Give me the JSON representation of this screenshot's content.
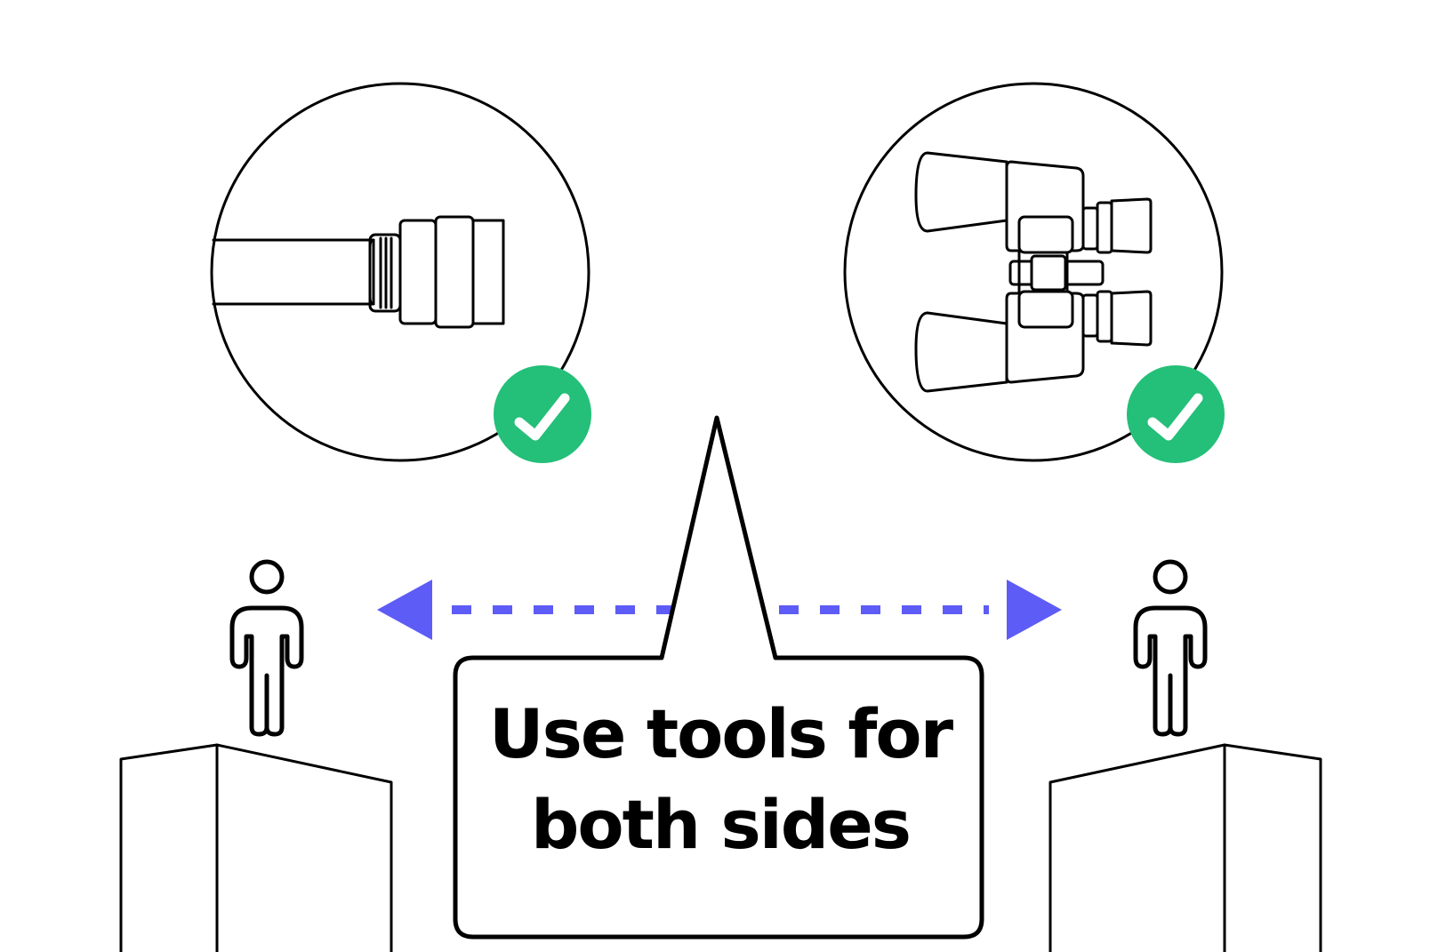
{
  "callout": {
    "line1": "Use tools for",
    "line2": "both sides"
  },
  "tools": [
    {
      "name": "telephoto lens",
      "icon": "lens-icon",
      "status": "check"
    },
    {
      "name": "binoculars",
      "icon": "binoculars-icon",
      "status": "check"
    }
  ],
  "colors": {
    "check": "#24BF79",
    "arrow": "#5E5CF6",
    "stroke": "#000000",
    "background": "#FFFFFF"
  }
}
